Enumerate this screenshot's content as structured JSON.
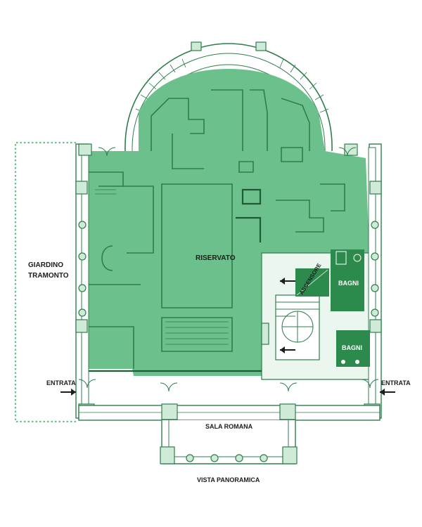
{
  "map": {
    "labels": {
      "riservato": "RISERVATO",
      "giardino_line1": "GIARDINO",
      "giardino_line2": "TRAMONTO",
      "entrata_left": "ENTRATA",
      "entrata_right": "ENTRATA",
      "ascensore": "ASCENSORE",
      "bagni_upper": "BAGNI",
      "bagni_lower": "BAGNI",
      "sala_romana": "SALA ROMANA",
      "vista_panoramica": "VISTA PANORAMICA"
    },
    "colors": {
      "reserved_fill": "#6cc08b",
      "dark_green": "#2c8a4c",
      "wall": "#2f7d4d",
      "pale_green": "#dff1e4",
      "garden_dots": "#6cc08b"
    }
  }
}
